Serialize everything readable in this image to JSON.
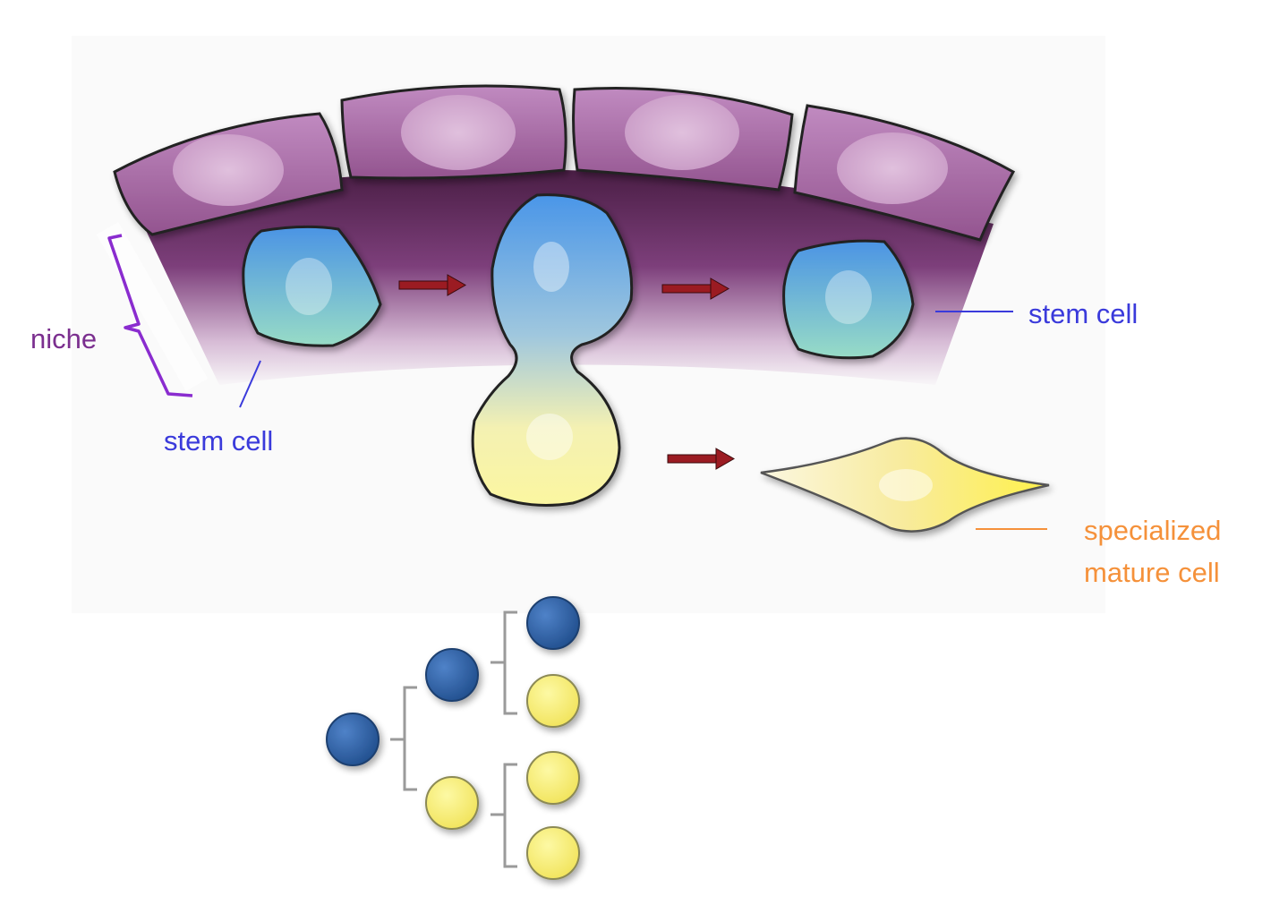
{
  "labels": {
    "niche": "niche",
    "stem_cell_left": "stem cell",
    "stem_cell_right": "stem cell",
    "mature_line1": "specialized",
    "mature_line2": "mature cell"
  },
  "colors": {
    "niche": "#7b2f8f",
    "stem_cell": "#3a3adb",
    "mature_cell": "#f5913a",
    "arrow": "#9b1b22",
    "epithelium": "#a1649f",
    "stem_cell_blue": "#4d8fe0",
    "stem_cell_teal": "#8fd0c8",
    "mature_yellow": "#fff27a",
    "tree_blue": "#2f5ea8",
    "tree_yellow": "#f8ef6d",
    "tree_line": "#9a9a9a"
  },
  "lineage_tree": {
    "root": "stem",
    "children": [
      {
        "cell": "stem",
        "children": [
          "stem",
          "specialized"
        ]
      },
      {
        "cell": "specialized",
        "children": [
          "specialized",
          "specialized"
        ]
      }
    ]
  }
}
